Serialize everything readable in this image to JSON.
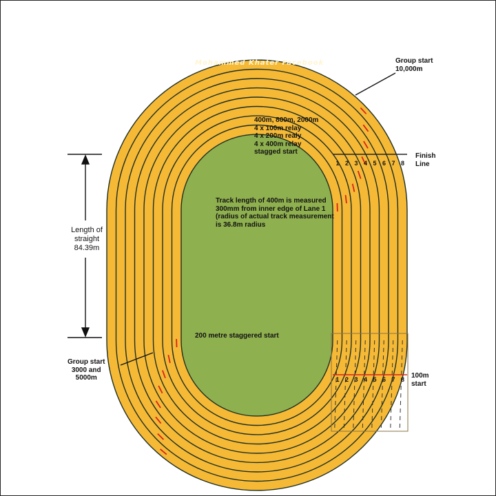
{
  "watermark": "Mohammed Khater Facebook",
  "events_note": [
    "400m, 800m, 2000m",
    "4 x 100m relay",
    "4 x 200m realy",
    "4 x 400m relay",
    "stagged start"
  ],
  "measurement_note": [
    "Track length of 400m is measured",
    "300mm from inner edge of Lane 1",
    "(radius of actual track measurement",
    "is 36.8m radius"
  ],
  "straight_label": [
    "Length of",
    "straight",
    "84.39m"
  ],
  "group_start_10000": [
    "Group start",
    "10,000m"
  ],
  "finish_line": [
    "Finish",
    "Line"
  ],
  "stagger_200": "200 metre staggered start",
  "group_start_3000": [
    "Group start",
    "3000 and",
    "5000m"
  ],
  "start_100m": [
    "100m",
    "start"
  ],
  "lane_numbers": [
    "1",
    "2",
    "3",
    "4",
    "5",
    "6",
    "7",
    "8"
  ],
  "colors": {
    "track": "#f5b936",
    "infield": "#8fb04f",
    "lane_line": "#1c2e24",
    "marker": "#d6231c"
  }
}
